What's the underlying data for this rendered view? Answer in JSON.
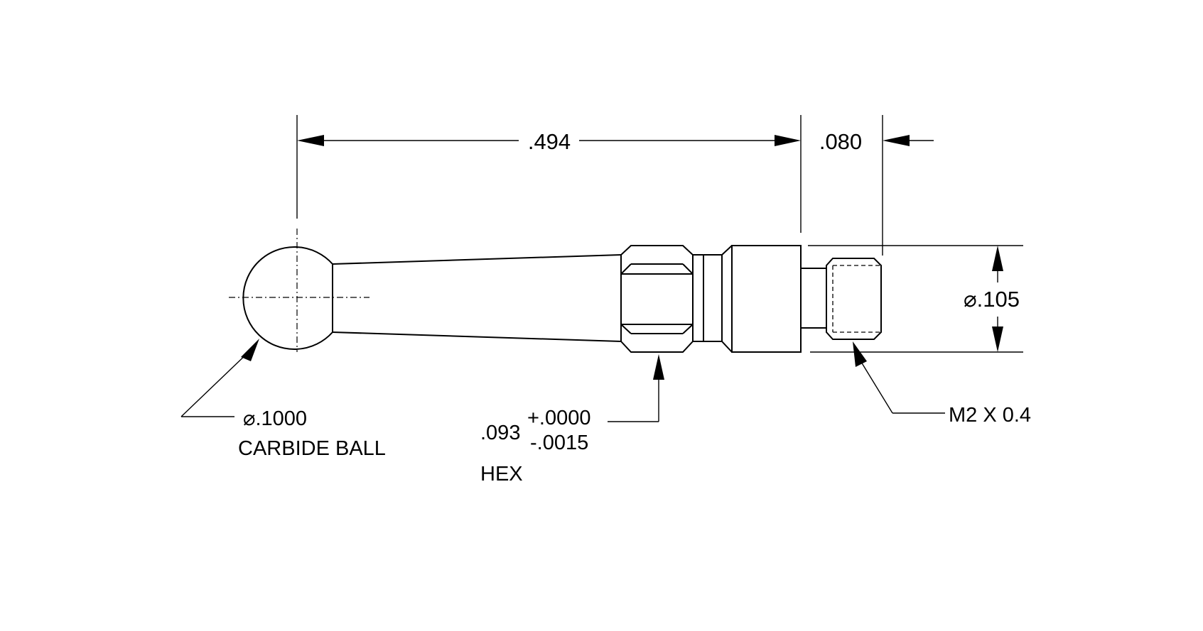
{
  "drawing": {
    "dim_overall_length": ".494",
    "dim_thread_length": ".080",
    "dim_diameter": ".105",
    "diameter_symbol": "⌀",
    "ball": {
      "size": ".1000",
      "material": "CARBIDE BALL"
    },
    "hex": {
      "nominal": ".093",
      "tol_plus": "+.0000",
      "tol_minus": "-.0015",
      "label": "HEX"
    },
    "thread": "M2 X 0.4"
  }
}
